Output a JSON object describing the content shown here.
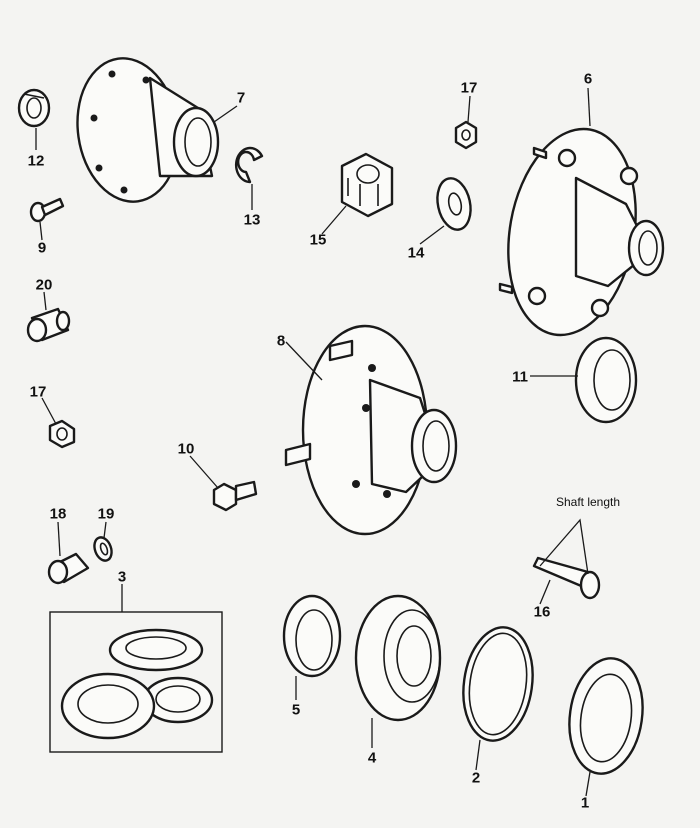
{
  "labels": {
    "p1": "1",
    "p2": "2",
    "p3": "3",
    "p4": "4",
    "p5": "5",
    "p6": "6",
    "p7": "7",
    "p8": "8",
    "p9": "9",
    "p10": "10",
    "p11": "11",
    "p12": "12",
    "p13": "13",
    "p14": "14",
    "p15": "15",
    "p16": "16",
    "p17a": "17",
    "p17b": "17",
    "p18": "18",
    "p19": "19",
    "p20": "20"
  },
  "annotation": "Shaft length"
}
